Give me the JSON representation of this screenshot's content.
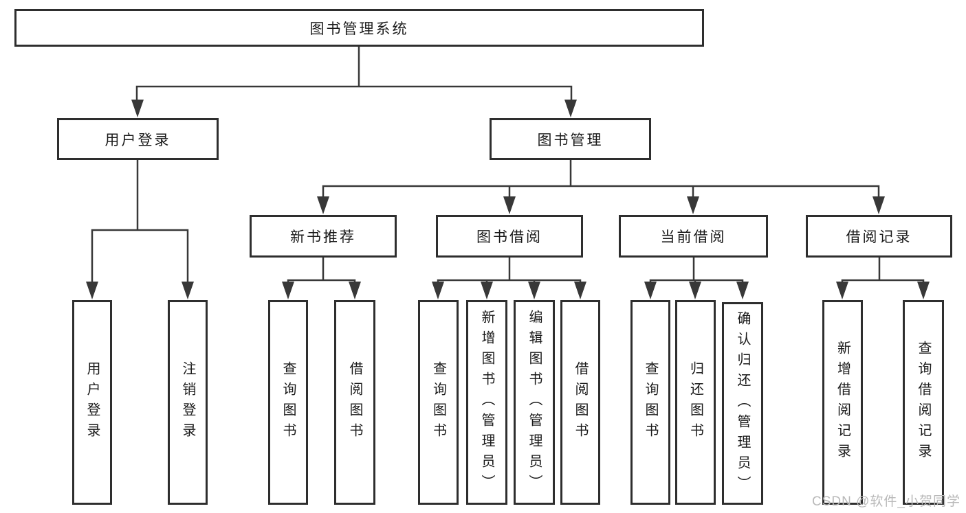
{
  "nodes": {
    "root": "图书管理系统",
    "user_login": "用户登录",
    "book_management": "图书管理",
    "new_book_recommend": "新书推荐",
    "book_borrow": "图书借阅",
    "current_borrow": "当前借阅",
    "borrow_records": "借阅记录",
    "leaf_user_login": "用户登录",
    "leaf_logout": "注销登录",
    "leaf_rec_query_book": "查询图书",
    "leaf_rec_borrow_book": "借阅图书",
    "leaf_bb_query_book": "查询图书",
    "leaf_bb_add_book_admin": "新增图书（管理员）",
    "leaf_bb_edit_book_admin": "编辑图书（管理员）",
    "leaf_bb_borrow_book": "借阅图书",
    "leaf_cb_query_book": "查询图书",
    "leaf_cb_return_book": "归还图书",
    "leaf_cb_confirm_return_admin": "确认归还（管理员）",
    "leaf_br_add_record": "新增借阅记录",
    "leaf_br_query_record": "查询借阅记录"
  },
  "hierarchy": {
    "图书管理系统": {
      "用户登录": [
        "用户登录",
        "注销登录"
      ],
      "图书管理": {
        "新书推荐": [
          "查询图书",
          "借阅图书"
        ],
        "图书借阅": [
          "查询图书",
          "新增图书（管理员）",
          "编辑图书（管理员）",
          "借阅图书"
        ],
        "当前借阅": [
          "查询图书",
          "归还图书",
          "确认归还（管理员）"
        ],
        "借阅记录": [
          "新增借阅记录",
          "查询借阅记录"
        ]
      }
    }
  },
  "watermark": "CSDN @软件_小贺同学",
  "colors": {
    "line": "#383838",
    "box_border": "#2e2e2e",
    "text": "#1a1a1a",
    "watermark": "#b9b9b9",
    "background": "#ffffff"
  }
}
